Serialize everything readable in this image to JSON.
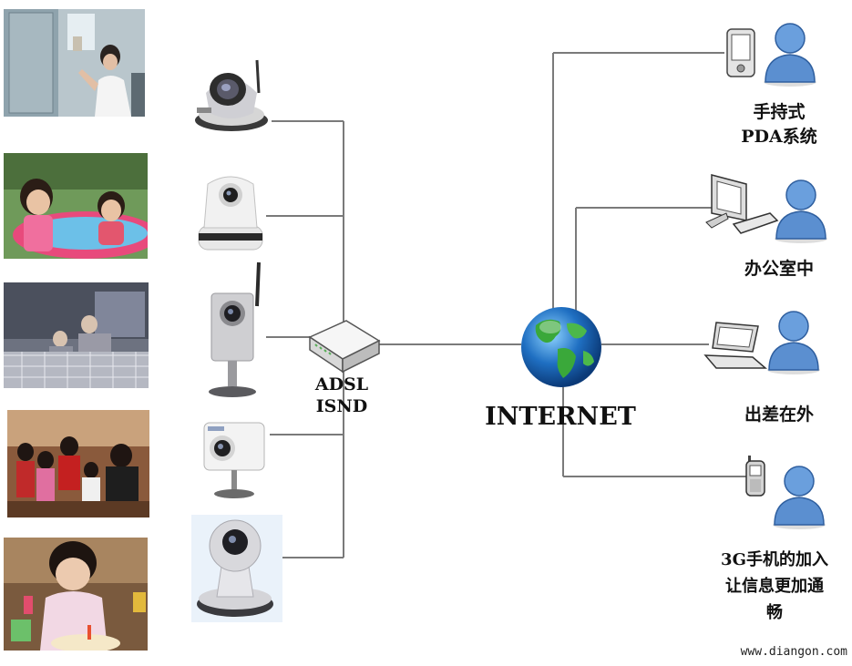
{
  "adsl": {
    "line1": "ADSL",
    "line2": "ISND"
  },
  "internet": {
    "label": "INTERNET"
  },
  "clients": [
    {
      "lines": [
        "手持式",
        "PDA系统"
      ],
      "device_icon": "pda-icon"
    },
    {
      "lines": [
        "办公室中"
      ],
      "device_icon": "desktop-computer-icon"
    },
    {
      "lines": [
        "出差在外"
      ],
      "device_icon": "laptop-icon"
    },
    {
      "lines": [
        "3G手机的加入",
        "让信息更加通",
        "畅"
      ],
      "device_icon": "mobile-phone-icon"
    }
  ],
  "scenes": [
    "elevator-lobby-photo",
    "kids-pool-photo",
    "elderly-balcony-photo",
    "family-room-photo",
    "child-birthday-photo"
  ],
  "cameras": [
    "ptz-dome-camera",
    "pan-tilt-camera",
    "wireless-box-camera",
    "compact-network-camera",
    "spherical-camera"
  ],
  "watermark": "www.diangon.com",
  "colors": {
    "line": "#7a7a7a",
    "person": "#5b8fd0",
    "person_dark": "#2f5f9f",
    "globe_ocean": "#1f6fc2",
    "globe_land": "#3aa83a"
  }
}
